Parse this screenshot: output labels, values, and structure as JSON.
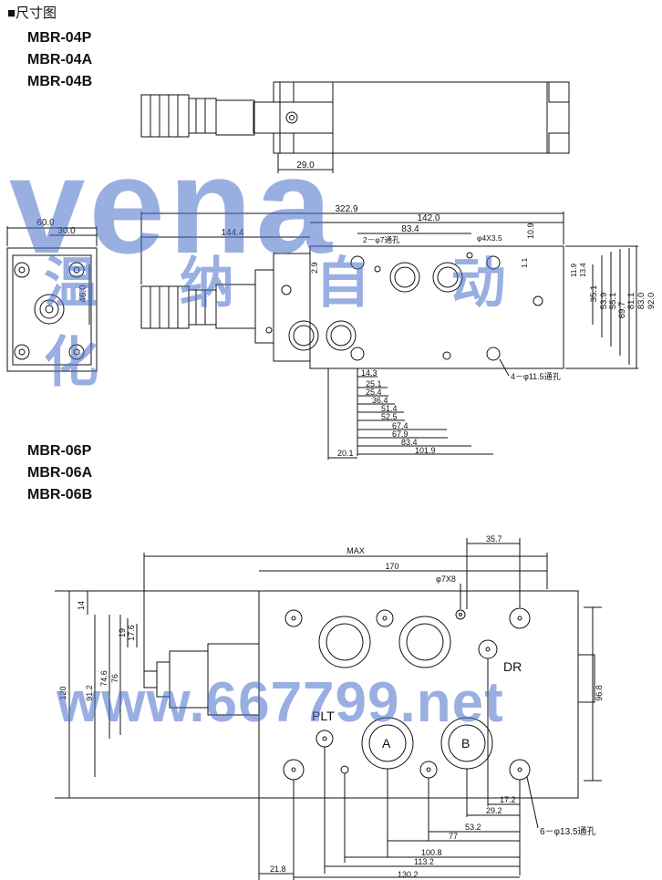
{
  "section_title": "■尺寸图",
  "models_04": [
    "MBR-04P",
    "MBR-04A",
    "MBR-04B"
  ],
  "models_06": [
    "MBR-06P",
    "MBR-06A",
    "MBR-06B"
  ],
  "watermark": {
    "brand": "vena",
    "company": "温 纳 自 动 化",
    "website": "www.667799.net",
    "color": "#466ec8"
  },
  "top_view_04": {
    "dim_29": "29.0"
  },
  "front_view_04": {
    "dim_60": "60.0",
    "dim_30": "30.0",
    "dim_46": "46.0",
    "dim_322_9": "322.9",
    "dim_144_4": "144.4",
    "dim_142": "142.0",
    "dim_83_4_top": "83.4",
    "hole_2x7": "2－φ7通孔",
    "hole_4x3_5": "φ4X3.5",
    "dim_10_9": "10.9",
    "dim_2_9": "2.9",
    "dim_11_9": "11.9",
    "dim_13_4": "13.4",
    "dim_1_1": "1.1",
    "dim_35_1": "35.1",
    "dim_53_9": "53.9",
    "dim_55_1": "55.1",
    "dim_69_7": "69.7",
    "dim_81_1": "81.1",
    "dim_83": "83.0",
    "dim_92": "92.0",
    "hole_4x11_5": "4－φ11.5通孔",
    "bottom_dims": [
      "14.3",
      "25.1",
      "25.4",
      "36.4",
      "51.4",
      "52.5",
      "67.4",
      "67.9",
      "83.4",
      "101.9"
    ],
    "dim_20_1": "20.1"
  },
  "view_06": {
    "max_label": "MAX",
    "dim_35_7": "35.7",
    "dim_170": "170",
    "hole_7x8": "φ7X8",
    "left_dims": [
      "14",
      "19",
      "17.6",
      "76",
      "74.6",
      "91.2",
      "120"
    ],
    "dim_96_8": "96.8",
    "port_dr": "DR",
    "port_plt": "PLT",
    "port_a": "A",
    "port_b": "B",
    "hole_6x13_5": "6－φ13.5通孔",
    "bottom_dims": [
      "17.2",
      "29.2",
      "53.2",
      "77",
      "100.8",
      "113.2",
      "130.2"
    ],
    "dim_21_8": "21.8"
  }
}
